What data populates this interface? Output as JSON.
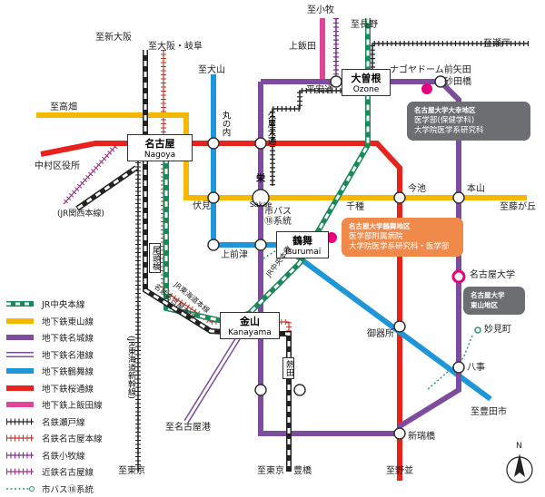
{
  "colors": {
    "jr_chuo": "#1a8a5a",
    "higashiyama": "#f5b800",
    "meijo": "#7d4c9e",
    "tsurumai": "#1e96d8",
    "sakuradori": "#e8231c",
    "kamiiida": "#e0449a",
    "meitetsu_seto": "#222222",
    "meitetsu_nagoya": "#c0392b",
    "meitetsu_komaki": "#7a2b8a",
    "kintetsu": "#9b2f7f",
    "bus": "#2e9b6a",
    "callout_gray": "#6d6e71",
    "callout_orange": "#f08a4b",
    "marker": "#e6007e"
  },
  "stations": {
    "nagoya": {
      "ja": "名古屋",
      "en": "Nagoya"
    },
    "sakae": {
      "ja": "栄",
      "en": "Sakae"
    },
    "tsurumai": {
      "ja": "鶴舞",
      "en": "Tsurumai"
    },
    "kanayama": {
      "ja": "金山",
      "en": "Kanayama"
    },
    "ozone": {
      "ja": "大曽根",
      "en": "Ozone"
    },
    "chikusa": "千種",
    "imaike": "今池",
    "motoyama": "本山",
    "nagoya_daigaku": "名古屋大学",
    "yagoto": "八事",
    "gokiso": "御器所",
    "aratamabashi": "新瑞橋",
    "fushimi": "伏見",
    "kamimaezu": "上前津",
    "marunouchi": "丸の内",
    "hisaya_odori": "久屋大通",
    "heiandori": "平安通",
    "kamiiida": "上飯田",
    "nagoya_dome": "ナゴヤドーム前矢田",
    "sunadabashi": "砂田橋",
    "myokenmachi": "妙見町",
    "nakamura_kuyakusho": "中村区役所",
    "bus_line": "市バス⑱系統"
  },
  "directions": {
    "shin_osaka": "至新大阪",
    "osaka_gifu": "至大阪・岐阜",
    "inuyama": "至犬山",
    "komaki": "至小牧",
    "nagano": "至長野",
    "seto": "至瀬戸",
    "takabata": "至高畑",
    "fujigaoka": "至藤が丘",
    "toyotashi": "至豊田市",
    "nagoya_ko": "至名古屋港",
    "tokyo": "至東京",
    "tokyo_toyohashi": "至東京・豊橋",
    "nonami": "至野並"
  },
  "rail_labels": {
    "jr_kansai": "(JR関西本線)",
    "jr_chuo_diag": "JR中央本線",
    "meitetsu_nagoya_diag": "名鉄名古屋本線",
    "jr_tokaido_diag": "JR東海道本線",
    "owari_vertical": "尾頭橋",
    "jr_shinkansen_vertical": "(JR東海道新幹線)",
    "atsuta_vertical": "熱田"
  },
  "callouts": {
    "higashiyama_campus": {
      "title": "名古屋大学大幸地区",
      "lines": [
        "医学部(保健学科)",
        "大学院医学系研究科"
      ]
    },
    "tsurumai_campus": {
      "title": "名古屋大学鶴舞地区",
      "lines": [
        "医学部附属病院",
        "大学院医学系研究科・医学部"
      ]
    },
    "higashiyama_area": {
      "title": "名古屋大学",
      "lines": [
        "東山地区"
      ]
    }
  },
  "legend": [
    {
      "label": "JR中央本線",
      "kind": "jr"
    },
    {
      "label": "地下鉄東山線",
      "kind": "solid",
      "color": "higashiyama"
    },
    {
      "label": "地下鉄名城線",
      "kind": "solid",
      "color": "meijo"
    },
    {
      "label": "地下鉄名港線",
      "kind": "hollow",
      "color": "meijo"
    },
    {
      "label": "地下鉄鶴舞線",
      "kind": "solid",
      "color": "tsurumai"
    },
    {
      "label": "地下鉄桜通線",
      "kind": "solid",
      "color": "sakuradori"
    },
    {
      "label": "地下鉄上飯田線",
      "kind": "solid",
      "color": "kamiiida"
    },
    {
      "label": "名鉄瀬戸線",
      "kind": "tick",
      "color": "meitetsu_seto"
    },
    {
      "label": "名鉄名古屋本線",
      "kind": "tick",
      "color": "meitetsu_nagoya"
    },
    {
      "label": "名鉄小牧線",
      "kind": "tick",
      "color": "meitetsu_komaki"
    },
    {
      "label": "近鉄名古屋線",
      "kind": "tick",
      "color": "kintetsu"
    },
    {
      "label": "市バス⑱系統",
      "kind": "bus"
    }
  ],
  "compass": "N"
}
